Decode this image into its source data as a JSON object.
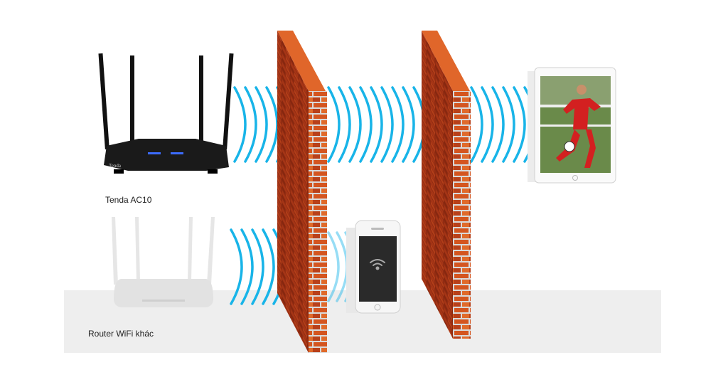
{
  "labels": {
    "router_main": "Tenda AC10",
    "router_other": "Router WiFi khác",
    "brand_on_router": "Tenda"
  },
  "colors": {
    "wave": "#18b4e8",
    "brick": "#c9471d",
    "floor": "#eeeeee"
  }
}
